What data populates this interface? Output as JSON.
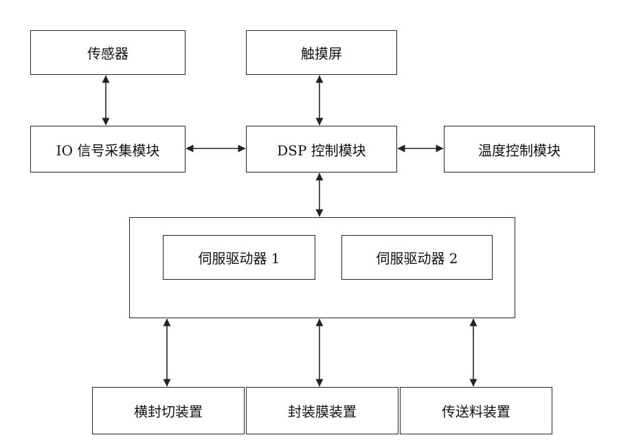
{
  "nodes": {
    "sensor": "传感器",
    "touchscreen": "触摸屏",
    "io_module": "IO 信号采集模块",
    "dsp_module": "DSP 控制模块",
    "temp_module": "温度控制模块",
    "servo1": "伺服驱动器 1",
    "servo2": "伺服驱动器 2",
    "cross_seal": "横封切装置",
    "film_device": "封装膜装置",
    "feed_device": "传送料装置"
  },
  "edges": [
    {
      "from": "sensor",
      "to": "io_module",
      "direction": "bidirectional"
    },
    {
      "from": "touchscreen",
      "to": "dsp_module",
      "direction": "bidirectional"
    },
    {
      "from": "io_module",
      "to": "dsp_module",
      "direction": "bidirectional"
    },
    {
      "from": "dsp_module",
      "to": "temp_module",
      "direction": "bidirectional"
    },
    {
      "from": "dsp_module",
      "to": "servo_group",
      "direction": "bidirectional"
    },
    {
      "from": "servo_group",
      "to": "cross_seal",
      "direction": "bidirectional"
    },
    {
      "from": "servo_group",
      "to": "film_device",
      "direction": "bidirectional"
    },
    {
      "from": "servo_group",
      "to": "feed_device",
      "direction": "bidirectional"
    }
  ],
  "colors": {
    "stroke": "#222222",
    "text": "#111111",
    "background": "#ffffff"
  }
}
